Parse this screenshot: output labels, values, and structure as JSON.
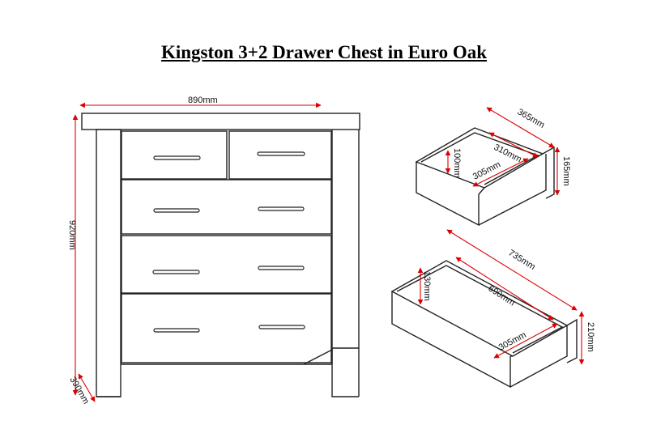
{
  "title": "Kingston 3+2 Drawer Chest in Euro Oak",
  "colors": {
    "outline": "#222222",
    "dimension": "#dd0000",
    "background": "#ffffff"
  },
  "chest": {
    "width_label": "890mm",
    "height_label": "920mm",
    "depth_label": "390mm"
  },
  "small_drawer": {
    "outer_depth_label": "365mm",
    "inner_depth_label": "310mm",
    "inner_height_label": "100mm",
    "inner_width_label": "305mm",
    "outer_height_label": "165mm"
  },
  "large_drawer": {
    "outer_depth_label": "735mm",
    "inner_depth_label": "690mm",
    "inner_height_label": "130mm",
    "inner_width_label": "305mm",
    "outer_height_label": "210mm"
  }
}
